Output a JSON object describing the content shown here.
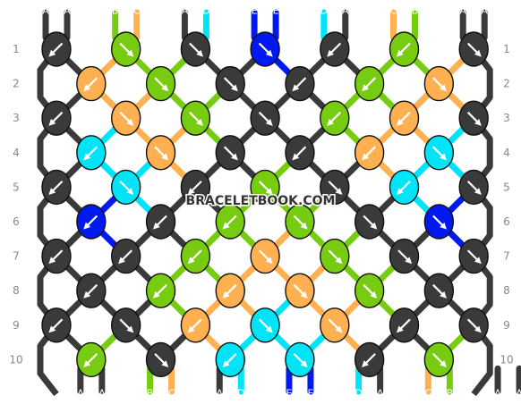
{
  "watermark": "BRACELETBOOK.COM",
  "colors": {
    "A": "#3a3a3a",
    "B": "#77cc11",
    "C": "#ffb050",
    "D": "#00e4f8",
    "E": "#0019ee"
  },
  "top_strands": [
    "A",
    "A",
    "B",
    "C",
    "A",
    "D",
    "E",
    "E",
    "D",
    "A",
    "C",
    "B",
    "A",
    "A"
  ],
  "bottom_strands": [
    "A",
    "A",
    "B",
    "C",
    "A",
    "D",
    "E",
    "E",
    "D",
    "A",
    "C",
    "B",
    "A",
    "A"
  ],
  "row_labels": [
    "1",
    "2",
    "3",
    "4",
    "5",
    "6",
    "7",
    "8",
    "9",
    "10"
  ],
  "knot_rows": [
    [
      {
        "c": "A",
        "d": "BL"
      },
      {
        "c": "B",
        "d": "R"
      },
      {
        "c": "A",
        "d": "R"
      },
      {
        "c": "E",
        "d": "R"
      },
      {
        "c": "A",
        "d": "L"
      },
      {
        "c": "B",
        "d": "L"
      },
      {
        "c": "A",
        "d": "BR"
      }
    ],
    [
      {
        "c": "C",
        "d": "L"
      },
      {
        "c": "B",
        "d": "R"
      },
      {
        "c": "A",
        "d": "R"
      },
      {
        "c": "A",
        "d": "L"
      },
      {
        "c": "B",
        "d": "L"
      },
      {
        "c": "C",
        "d": "BR"
      }
    ],
    [
      {
        "c": "A",
        "d": "L"
      },
      {
        "c": "C",
        "d": "R"
      },
      {
        "c": "B",
        "d": "R"
      },
      {
        "c": "A",
        "d": "R"
      },
      {
        "c": "B",
        "d": "L"
      },
      {
        "c": "C",
        "d": "L"
      },
      {
        "c": "A",
        "d": "BR"
      }
    ],
    [
      {
        "c": "D",
        "d": "L"
      },
      {
        "c": "C",
        "d": "R"
      },
      {
        "c": "A",
        "d": "R"
      },
      {
        "c": "A",
        "d": "L"
      },
      {
        "c": "C",
        "d": "L"
      },
      {
        "c": "D",
        "d": "BR"
      }
    ],
    [
      {
        "c": "A",
        "d": "L"
      },
      {
        "c": "D",
        "d": "R"
      },
      {
        "c": "A",
        "d": "L"
      },
      {
        "c": "B",
        "d": "R"
      },
      {
        "c": "A",
        "d": "R"
      },
      {
        "c": "D",
        "d": "L"
      },
      {
        "c": "A",
        "d": "BR"
      }
    ],
    [
      {
        "c": "E",
        "d": "L"
      },
      {
        "c": "A",
        "d": "L"
      },
      {
        "c": "B",
        "d": "L"
      },
      {
        "c": "B",
        "d": "R"
      },
      {
        "c": "A",
        "d": "R"
      },
      {
        "c": "E",
        "d": "BR"
      }
    ],
    [
      {
        "c": "A",
        "d": "L"
      },
      {
        "c": "A",
        "d": "L"
      },
      {
        "c": "B",
        "d": "L"
      },
      {
        "c": "C",
        "d": "R"
      },
      {
        "c": "B",
        "d": "R"
      },
      {
        "c": "A",
        "d": "R"
      },
      {
        "c": "A",
        "d": "BR"
      }
    ],
    [
      {
        "c": "A",
        "d": "L"
      },
      {
        "c": "B",
        "d": "L"
      },
      {
        "c": "C",
        "d": "L"
      },
      {
        "c": "C",
        "d": "R"
      },
      {
        "c": "B",
        "d": "R"
      },
      {
        "c": "A",
        "d": "BR"
      }
    ],
    [
      {
        "c": "A",
        "d": "L"
      },
      {
        "c": "A",
        "d": "R"
      },
      {
        "c": "C",
        "d": "L"
      },
      {
        "c": "D",
        "d": "R"
      },
      {
        "c": "C",
        "d": "R"
      },
      {
        "c": "A",
        "d": "L"
      },
      {
        "c": "A",
        "d": "BR"
      }
    ],
    [
      {
        "c": "B",
        "d": "L"
      },
      {
        "c": "A",
        "d": "R"
      },
      {
        "c": "D",
        "d": "L"
      },
      {
        "c": "D",
        "d": "R"
      },
      {
        "c": "A",
        "d": "L"
      },
      {
        "c": "B",
        "d": "BR"
      }
    ]
  ]
}
